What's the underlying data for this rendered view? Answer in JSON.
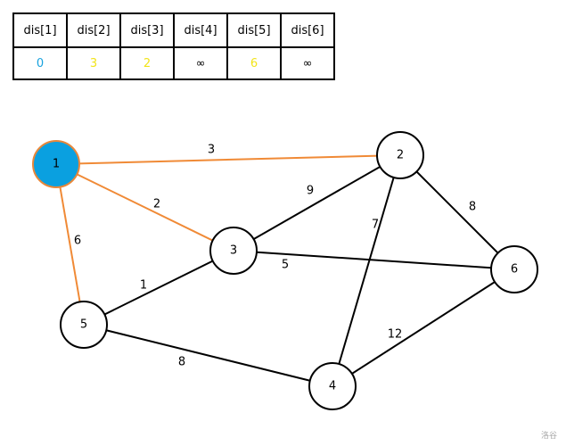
{
  "table": {
    "headers": [
      "dis[1]",
      "dis[2]",
      "dis[3]",
      "dis[4]",
      "dis[5]",
      "dis[6]"
    ],
    "values": [
      "0",
      "3",
      "2",
      "∞",
      "6",
      "∞"
    ],
    "value_colors": [
      "#18a2de",
      "#f2e41a",
      "#f2e41a",
      "#000000",
      "#f2e41a",
      "#000000"
    ]
  },
  "graph": {
    "nodes": [
      {
        "id": "1",
        "label": "1",
        "fill": "#0aa0e0",
        "stroke": "#e8873a"
      },
      {
        "id": "2",
        "label": "2",
        "fill": "#ffffff",
        "stroke": "#000000"
      },
      {
        "id": "3",
        "label": "3",
        "fill": "#ffffff",
        "stroke": "#000000"
      },
      {
        "id": "4",
        "label": "4",
        "fill": "#ffffff",
        "stroke": "#000000"
      },
      {
        "id": "5",
        "label": "5",
        "fill": "#ffffff",
        "stroke": "#000000"
      },
      {
        "id": "6",
        "label": "6",
        "fill": "#ffffff",
        "stroke": "#000000"
      }
    ],
    "edges": [
      {
        "from": "1",
        "to": "2",
        "weight": "3",
        "color": "#f08a36"
      },
      {
        "from": "1",
        "to": "3",
        "weight": "2",
        "color": "#f08a36"
      },
      {
        "from": "1",
        "to": "5",
        "weight": "6",
        "color": "#f08a36"
      },
      {
        "from": "3",
        "to": "2",
        "weight": "9",
        "color": "#000000"
      },
      {
        "from": "2",
        "to": "6",
        "weight": "8",
        "color": "#000000"
      },
      {
        "from": "2",
        "to": "4",
        "weight": "7",
        "color": "#000000"
      },
      {
        "from": "3",
        "to": "6",
        "weight": "5",
        "color": "#000000"
      },
      {
        "from": "5",
        "to": "3",
        "weight": "1",
        "color": "#000000"
      },
      {
        "from": "5",
        "to": "4",
        "weight": "8",
        "color": "#000000"
      },
      {
        "from": "4",
        "to": "6",
        "weight": "12",
        "color": "#000000"
      }
    ]
  },
  "watermark": "洛谷"
}
